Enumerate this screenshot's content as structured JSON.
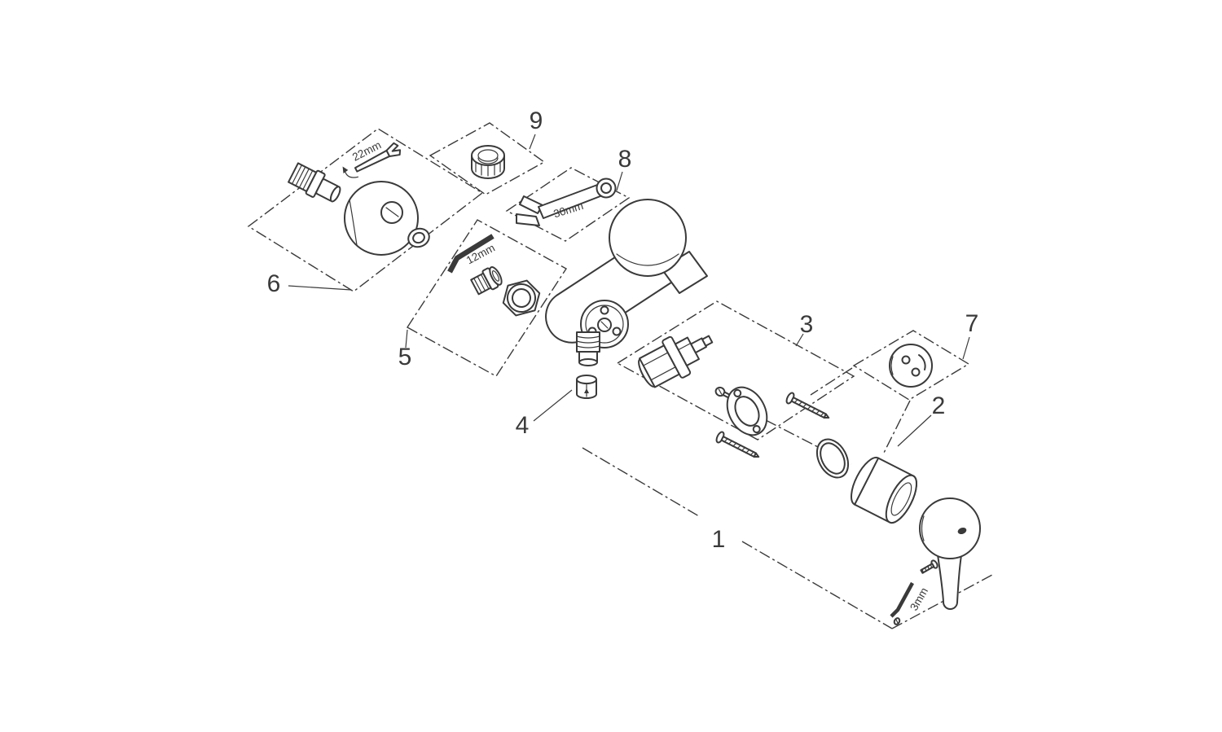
{
  "diagram": {
    "type": "exploded-parts-diagram",
    "subject": "single-lever shower mixer spare parts",
    "colors": {
      "background": "#ffffff",
      "line": "#3a3a3a"
    },
    "part_labels": {
      "part1": "1",
      "part2": "2",
      "part3": "3",
      "part4": "4",
      "part5": "5",
      "part6": "6",
      "part7": "7",
      "part8": "8",
      "part9": "9"
    },
    "tool_labels": {
      "open_wrench_22mm": "22mm",
      "hex_key_12mm": "12mm",
      "open_wrench_30mm": "30mm",
      "hex_key_3mm": "3mm"
    }
  }
}
